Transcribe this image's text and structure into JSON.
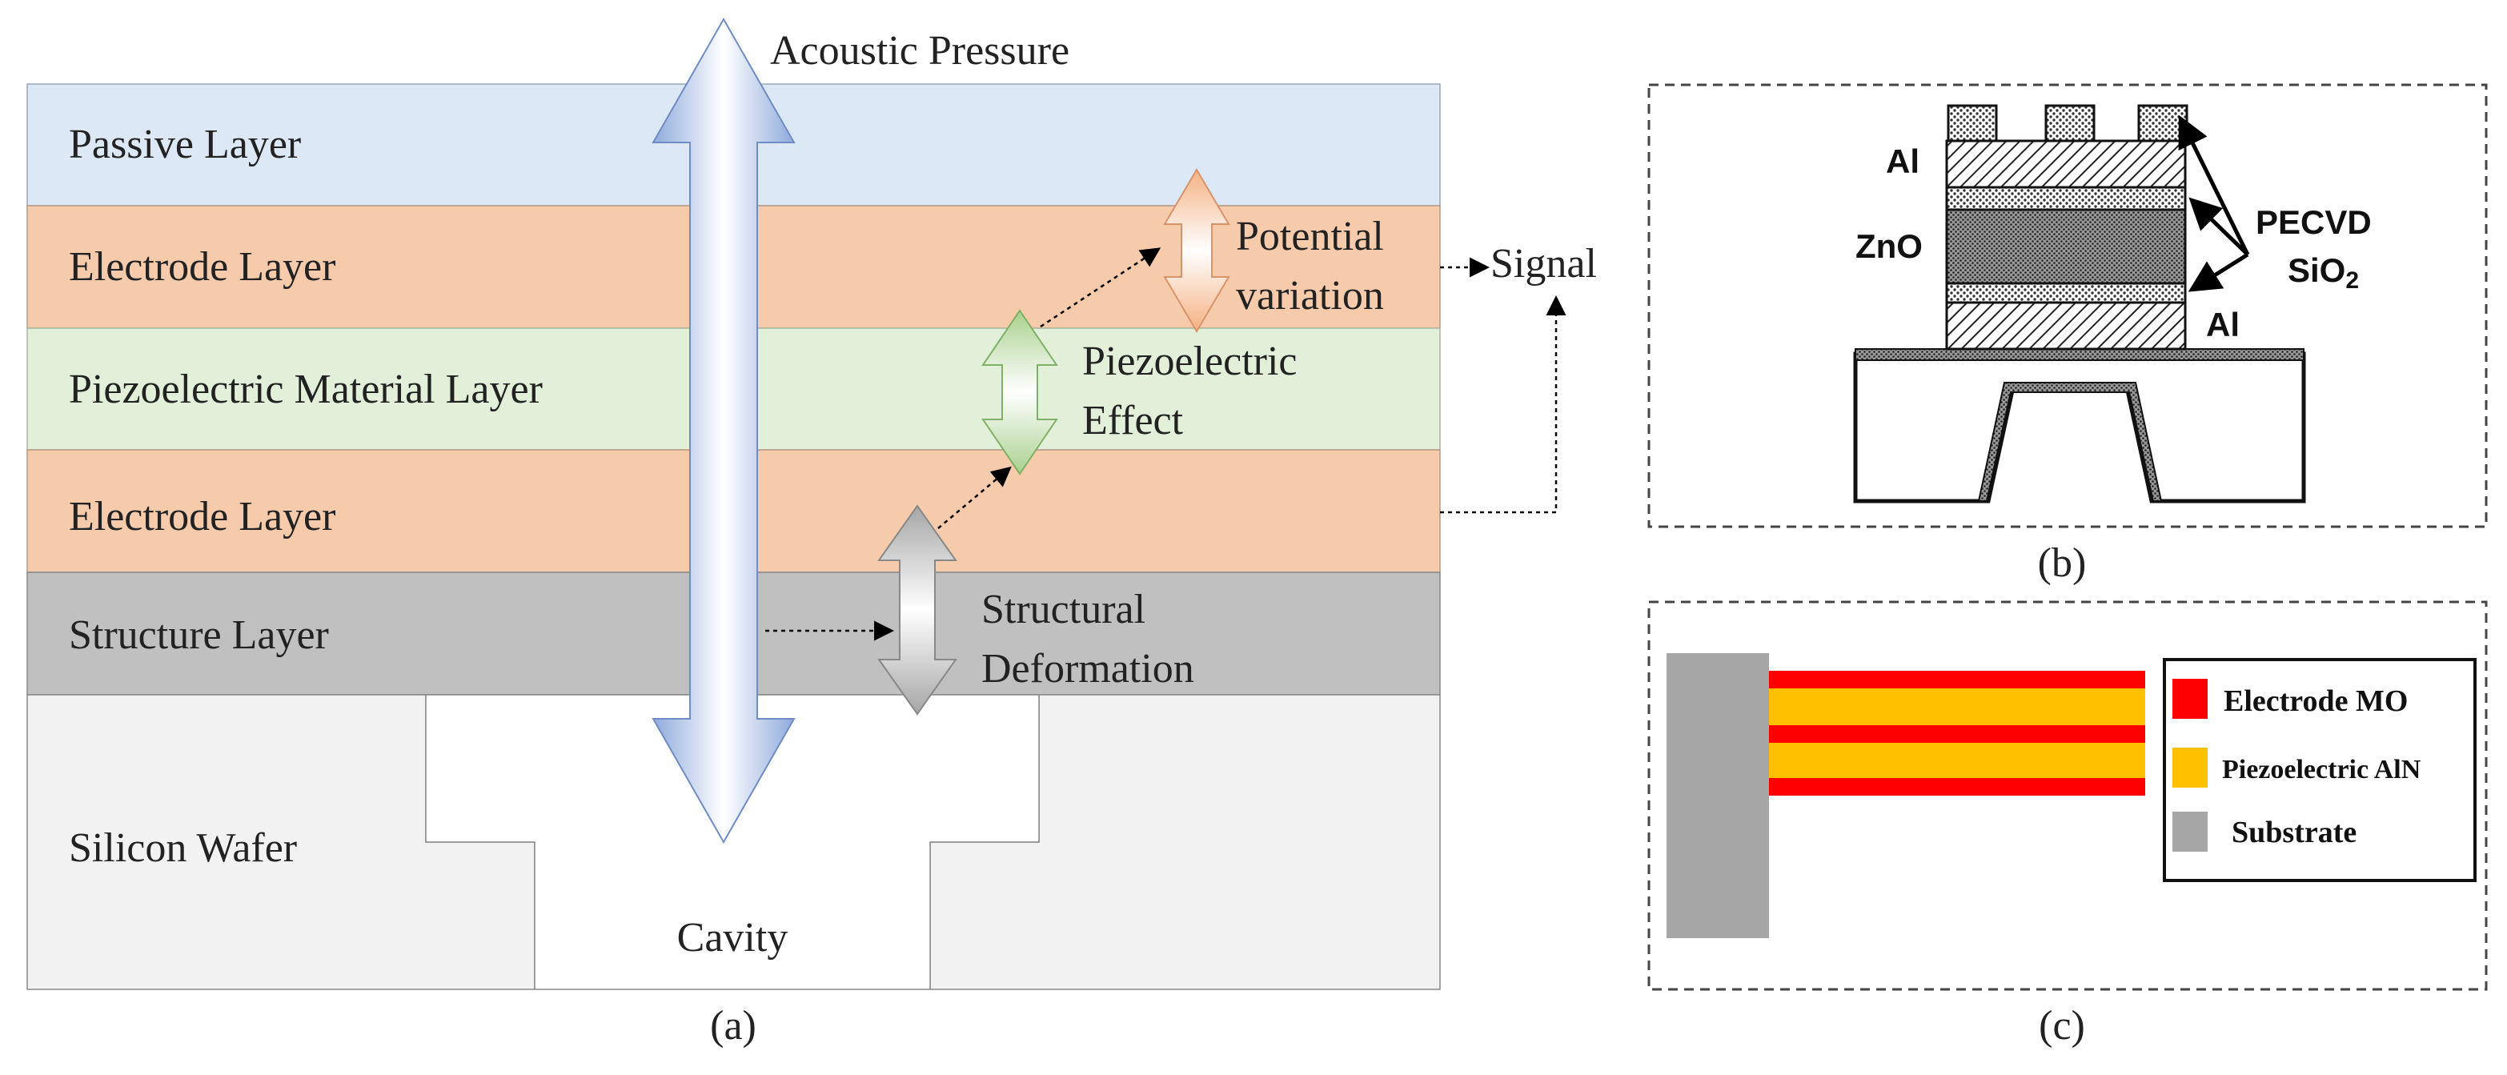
{
  "panel_a": {
    "caption": "(a)",
    "layers": [
      {
        "label": "Passive Layer",
        "color": "#dce8f5"
      },
      {
        "label": "Electrode Layer",
        "color": "#f6cbac"
      },
      {
        "label": "Piezoelectric Material Layer",
        "color": "#e2efd9"
      },
      {
        "label": "Electrode Layer",
        "color": "#f6cbac"
      },
      {
        "label": "Structure Layer",
        "color": "#c0c0c0"
      }
    ],
    "wafer": {
      "label": "Silicon Wafer",
      "color": "#f2f2f2"
    },
    "cavity_label": "Cavity",
    "acoustic_label": "Acoustic Pressure",
    "potential_label_1": "Potential",
    "potential_label_2": "variation",
    "piezo_effect_label_1": "Piezoelectric",
    "piezo_effect_label_2": "Effect",
    "structural_label_1": "Structural",
    "structural_label_2": "Deformation",
    "signal_label": "Signal",
    "colors": {
      "acoustic_arrow": "#8faadc",
      "potential_arrow": "#f4b183",
      "piezo_arrow": "#a9d18e",
      "structural_arrow": "#a6a6a6"
    }
  },
  "panel_b": {
    "caption": "(b)",
    "top_electrode_label": "Al",
    "zno_label": "ZnO",
    "bottom_electrode_label": "Al",
    "pecvd_label_1": "PECVD",
    "pecvd_label_2": "SiO",
    "pecvd_subscript": "2"
  },
  "panel_c": {
    "caption": "(c)",
    "legend": [
      {
        "label": "Electrode MO",
        "color": "#ff0000"
      },
      {
        "label": "Piezoelectric AlN",
        "color": "#ffc000"
      },
      {
        "label": "Substrate",
        "color": "#a6a6a6"
      }
    ]
  }
}
